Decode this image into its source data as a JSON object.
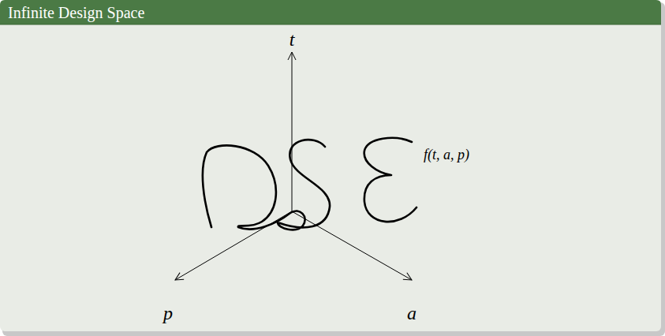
{
  "diagram": {
    "title": "Infinite Design Space",
    "labels": [
      "t",
      "p",
      "a",
      "f(t, a, p)"
    ]
  }
}
